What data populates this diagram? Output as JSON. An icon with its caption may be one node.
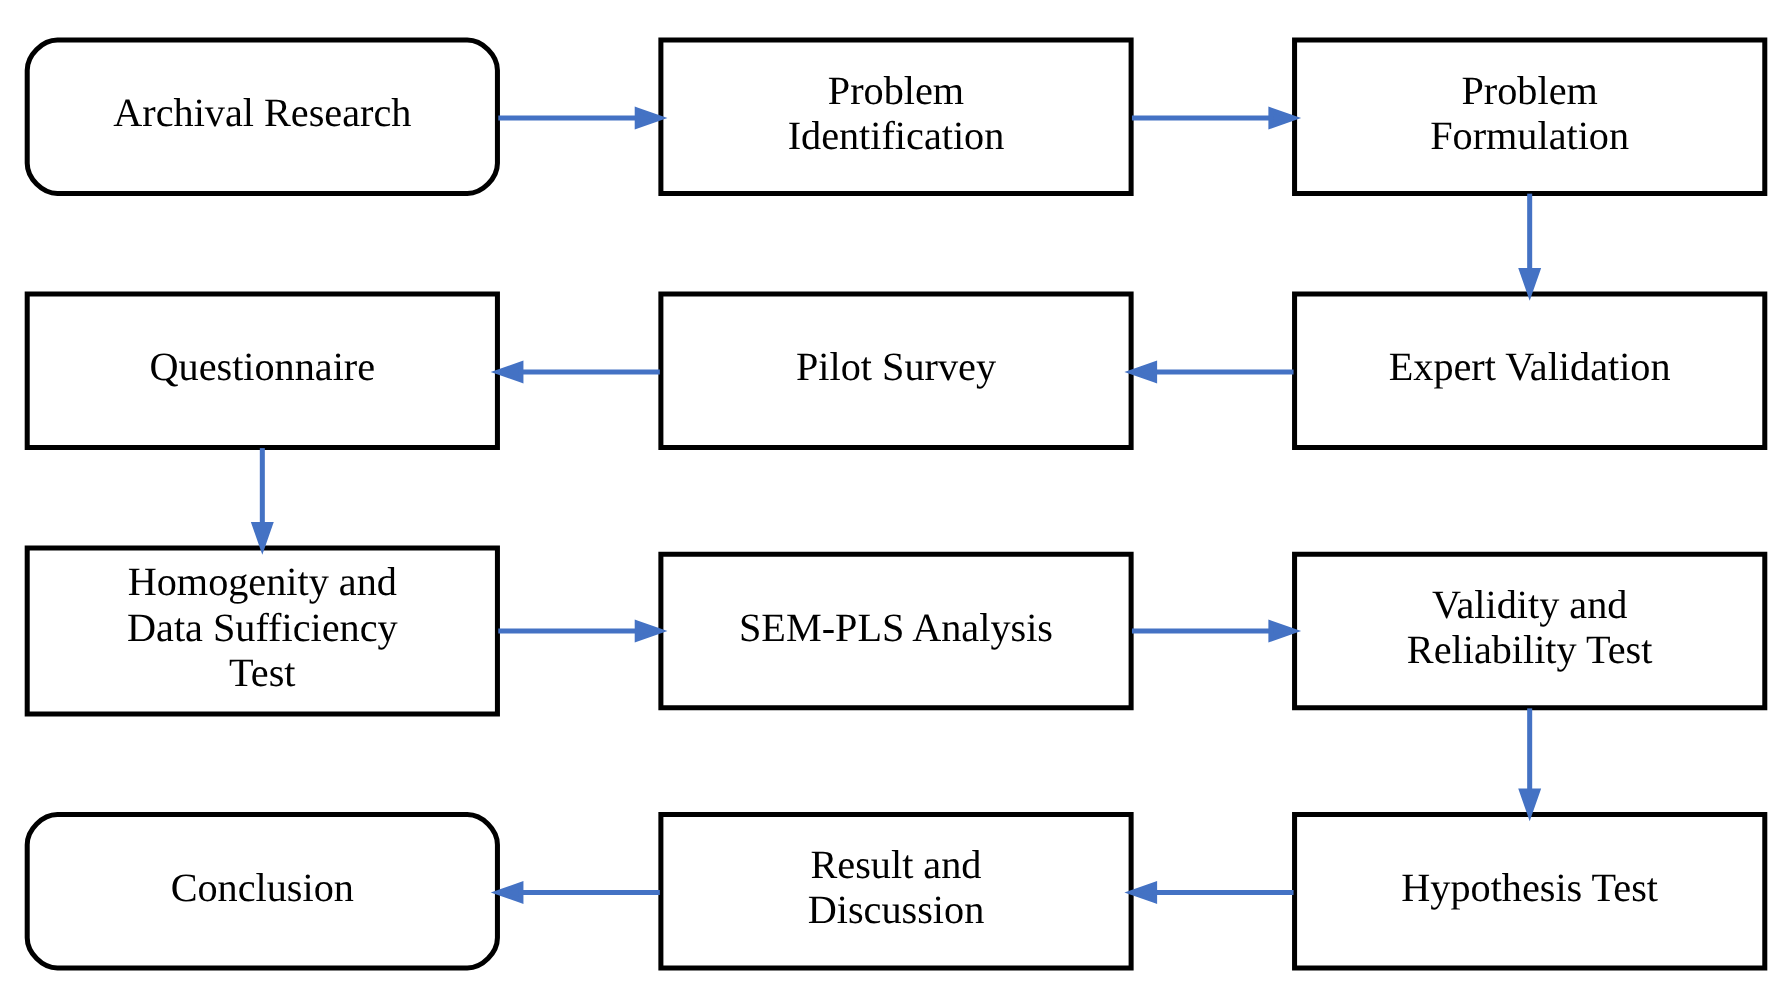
{
  "diagram": {
    "nodes": [
      {
        "text": [
          "Archival Research"
        ]
      },
      {
        "text": [
          "Problem Identification"
        ]
      },
      {
        "text": [
          "Problem Formulation"
        ]
      },
      {
        "text": [
          "Questionnaire"
        ]
      },
      {
        "text": [
          "Pilot Survey"
        ]
      },
      {
        "text": [
          "Expert Validation"
        ]
      },
      {
        "text": [
          "Homogenity and Data Sufficiency Test"
        ]
      },
      {
        "text": [
          "SEM-PLS Analysis"
        ]
      },
      {
        "text": [
          "Validity and Reliability Test"
        ]
      },
      {
        "text": [
          "Conclusion"
        ]
      },
      {
        "text": [
          "Result and Discussion"
        ]
      },
      {
        "text": [
          "Hypothesis Test"
        ]
      }
    ],
    "edges": [
      {
        "from": 0,
        "to": 1,
        "arrow": "to"
      },
      {
        "from": 1,
        "to": 2,
        "arrow": "to"
      },
      {
        "from": 2,
        "to": 5,
        "arrow": "to"
      },
      {
        "from": 5,
        "to": 4,
        "arrow": "to"
      },
      {
        "from": 4,
        "to": 3,
        "arrow": "to"
      },
      {
        "from": 3,
        "to": 6,
        "arrow": "to"
      },
      {
        "from": 6,
        "to": 7,
        "arrow": "to"
      },
      {
        "from": 7,
        "to": 8,
        "arrow": "to"
      },
      {
        "from": 8,
        "to": 11,
        "arrow": "to"
      },
      {
        "from": 11,
        "to": 10,
        "arrow": "to"
      },
      {
        "from": 10,
        "to": 9,
        "arrow": "to"
      }
    ]
  }
}
